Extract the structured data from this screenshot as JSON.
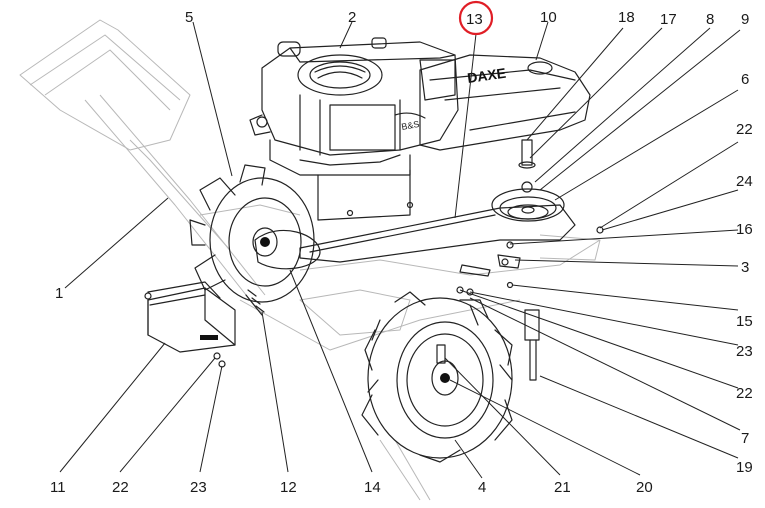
{
  "callouts": [
    {
      "id": "1",
      "label": "1"
    },
    {
      "id": "2",
      "label": "2"
    },
    {
      "id": "3",
      "label": "3"
    },
    {
      "id": "4",
      "label": "4"
    },
    {
      "id": "5",
      "label": "5"
    },
    {
      "id": "6",
      "label": "6"
    },
    {
      "id": "7",
      "label": "7"
    },
    {
      "id": "8",
      "label": "8"
    },
    {
      "id": "9",
      "label": "9"
    },
    {
      "id": "10",
      "label": "10"
    },
    {
      "id": "11",
      "label": "11"
    },
    {
      "id": "12",
      "label": "12"
    },
    {
      "id": "13",
      "label": "13",
      "highlighted": true
    },
    {
      "id": "14",
      "label": "14"
    },
    {
      "id": "15",
      "label": "15"
    },
    {
      "id": "16",
      "label": "16"
    },
    {
      "id": "17",
      "label": "17"
    },
    {
      "id": "18",
      "label": "18"
    },
    {
      "id": "19",
      "label": "19"
    },
    {
      "id": "20",
      "label": "20"
    },
    {
      "id": "21",
      "label": "21"
    },
    {
      "id": "22a",
      "label": "22"
    },
    {
      "id": "22b",
      "label": "22"
    },
    {
      "id": "22c",
      "label": "22"
    },
    {
      "id": "23a",
      "label": "23"
    },
    {
      "id": "23b",
      "label": "23"
    },
    {
      "id": "24",
      "label": "24"
    }
  ],
  "highlight_color": "#e01e26",
  "cover_brand_text": "DAXE"
}
